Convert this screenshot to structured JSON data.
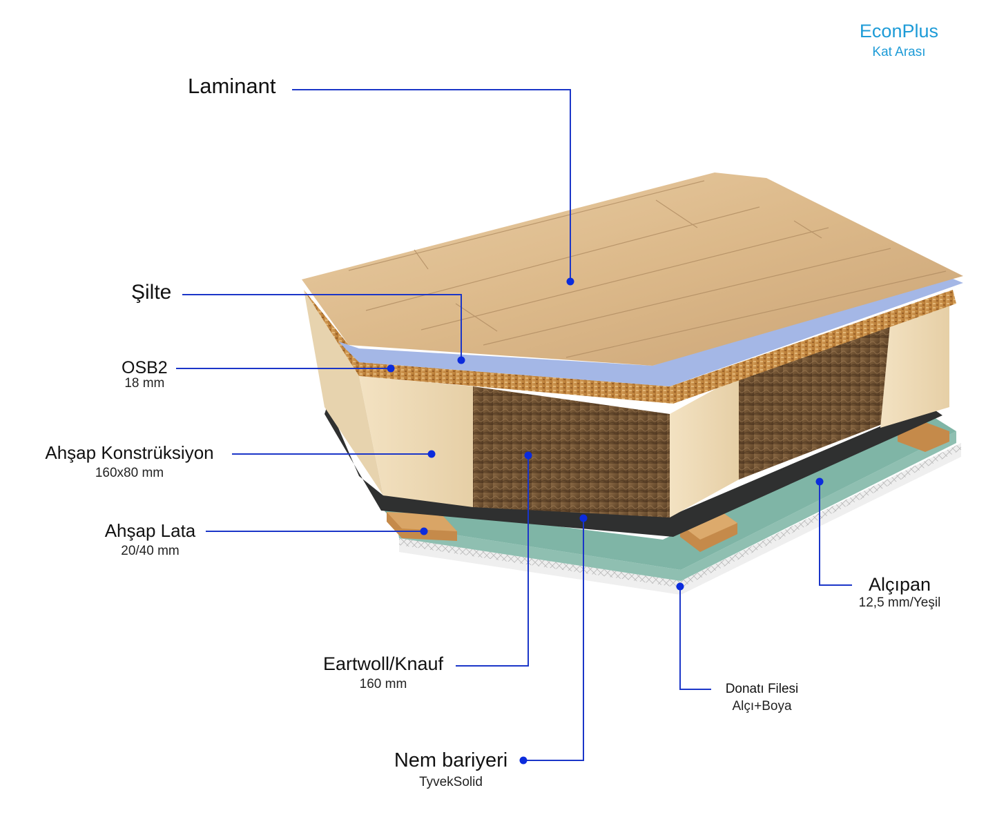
{
  "brand": {
    "title": "EconPlus",
    "subtitle": "Kat Arası"
  },
  "layers": {
    "laminant": {
      "name": "Laminant"
    },
    "silte": {
      "name": "Şilte"
    },
    "osb": {
      "name": "OSB2",
      "spec": "18 mm"
    },
    "konstruksiyon": {
      "name": "Ahşap Konstrüksiyon",
      "spec": "160x80 mm"
    },
    "lata": {
      "name": "Ahşap Lata",
      "spec": "20/40 mm"
    },
    "alcipan": {
      "name": "Alçıpan",
      "spec": "12,5 mm/Yeşil"
    },
    "eartwoll": {
      "name": "Eartwoll/Knauf",
      "spec": "160 mm"
    },
    "donati": {
      "name": "Donatı Filesi",
      "spec": "Alçı+Boya"
    },
    "nem": {
      "name": "Nem bariyeri",
      "spec": "TyvekSolid"
    }
  },
  "colors": {
    "leader": "#1a35c8",
    "dot": "#0b2bdc",
    "brand": "#1d9bd7"
  }
}
